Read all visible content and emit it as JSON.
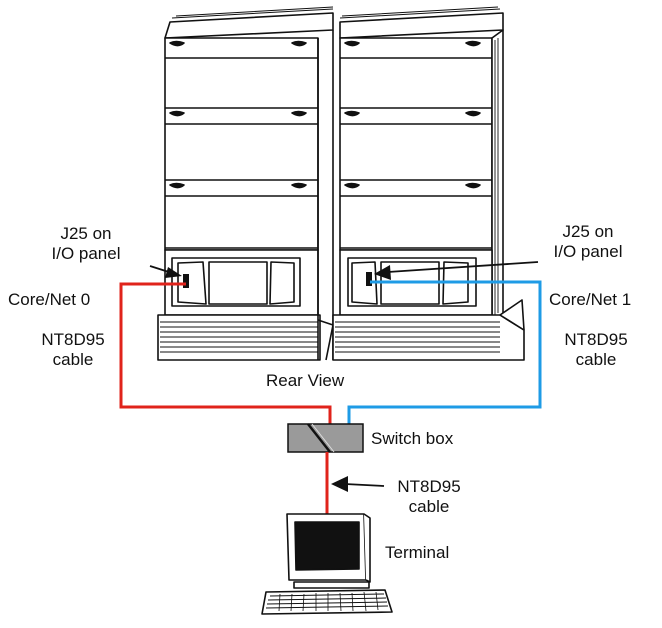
{
  "labels": {
    "left_port_line1": "J25 on",
    "left_port_line2": "I/O panel",
    "right_port_line1": "J25 on",
    "right_port_line2": "I/O panel",
    "left_core": "Core/Net 0",
    "right_core": "Core/Net 1",
    "left_cable_line1": "NT8D95",
    "left_cable_line2": "cable",
    "right_cable_line1": "NT8D95",
    "right_cable_line2": "cable",
    "rear_view": "Rear View",
    "switch_box": "Switch box",
    "bottom_cable_line1": "NT8D95",
    "bottom_cable_line2": "cable",
    "terminal": "Terminal"
  },
  "colors": {
    "core0_cable": "#e0231b",
    "core1_cable": "#1e9be6",
    "terminal_cable": "#e0231b",
    "switch_box_fill": "#9a9a9a",
    "line": "#111111"
  }
}
